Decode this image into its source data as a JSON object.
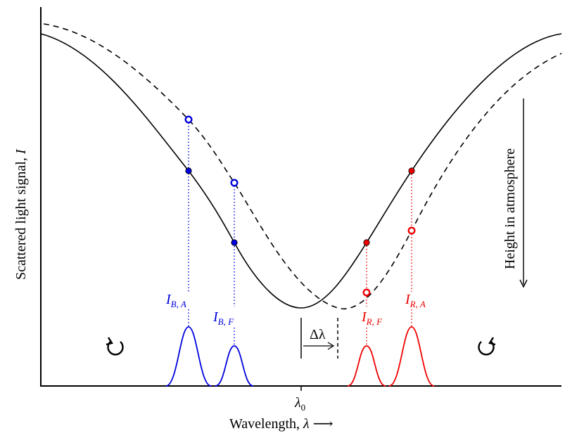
{
  "axes": {
    "xlabel": "Wavelength,",
    "xlabel_symbol": "λ",
    "xlabel_arrow": "⟶",
    "ylabel": "Scattered light signal,",
    "ylabel_symbol": "I",
    "x_tick_main": "λ",
    "x_tick_sub": "0"
  },
  "annotations": {
    "height_arrow_label": "Height in atmosphere",
    "delta_lambda": "Δλ",
    "rotation_left_icon": "rotation-arrow-icon",
    "rotation_right_icon": "rotation-arrow-icon"
  },
  "labels": {
    "blue_a": {
      "main": "I",
      "sub": "B, A"
    },
    "blue_f": {
      "main": "I",
      "sub": "B, F"
    },
    "red_f": {
      "main": "I",
      "sub": "R, F"
    },
    "red_a": {
      "main": "I",
      "sub": "R, A"
    }
  },
  "colors": {
    "curve": "#000000",
    "blue": "#0000dd",
    "red": "#ee0000"
  }
}
